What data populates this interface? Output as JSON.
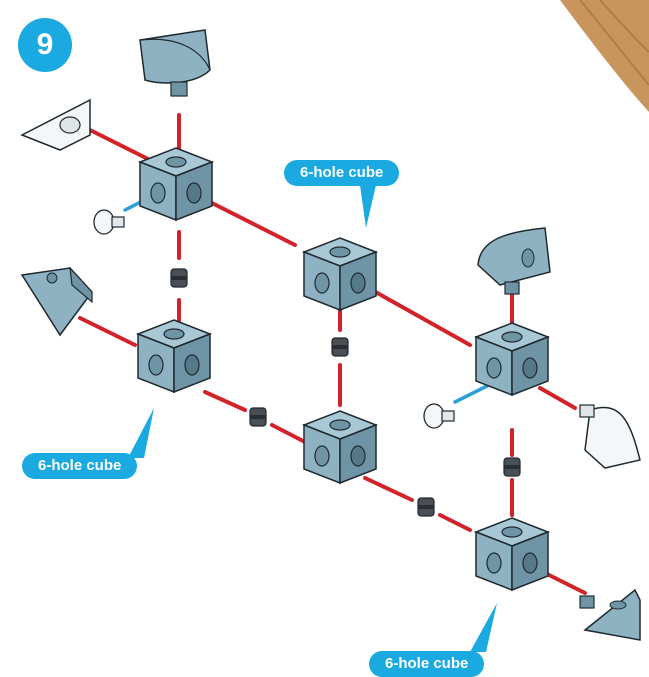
{
  "step": {
    "number": "9"
  },
  "labels": {
    "top": "6-hole cube",
    "left": "6-hole cube",
    "bottom": "6-hole cube"
  },
  "colors": {
    "accent": "#1aa9e0",
    "cube_fill": "#8fb2c2",
    "cube_top": "#a9c8d6",
    "cube_side": "#6f94a6",
    "connector_line": "#d2232a",
    "peg_line": "#2b9fd9",
    "outline": "#1e2a30",
    "wood": "#c8955c"
  }
}
